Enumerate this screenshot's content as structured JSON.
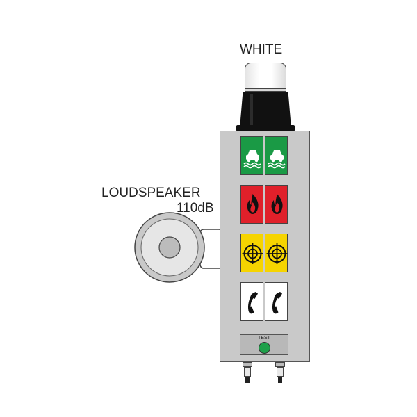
{
  "beacon": {
    "label": "WHITE"
  },
  "loudspeaker": {
    "label": "LOUDSPEAKER",
    "rating": "110dB"
  },
  "panel": {
    "rows": [
      {
        "color": "#1a9a45",
        "symbol": "vehicle-on-water-icon"
      },
      {
        "color": "#e0202a",
        "symbol": "flame-icon"
      },
      {
        "color": "#f6d400",
        "symbol": "target-icon"
      },
      {
        "color": "#ffffff",
        "symbol": "telephone-handset-icon"
      }
    ],
    "test_label": "TEST",
    "test_button_color": "#1fa04a"
  }
}
